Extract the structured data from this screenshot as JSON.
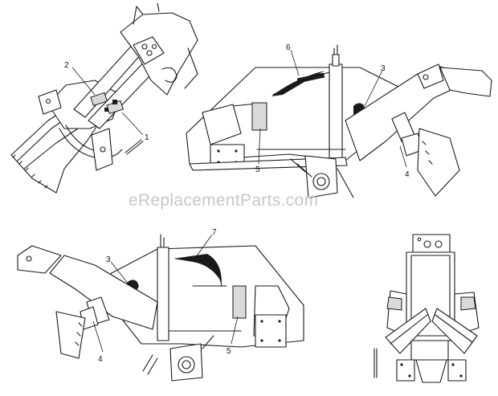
{
  "watermark": "eReplacementParts.com",
  "callouts": {
    "v1_c1": "1",
    "v1_c2": "2",
    "v2_c3": "3",
    "v2_c4": "4",
    "v2_c5": "5",
    "v2_c6": "6",
    "v3_c3": "3",
    "v3_c4": "4",
    "v3_c5": "5",
    "v3_c7": "7"
  }
}
